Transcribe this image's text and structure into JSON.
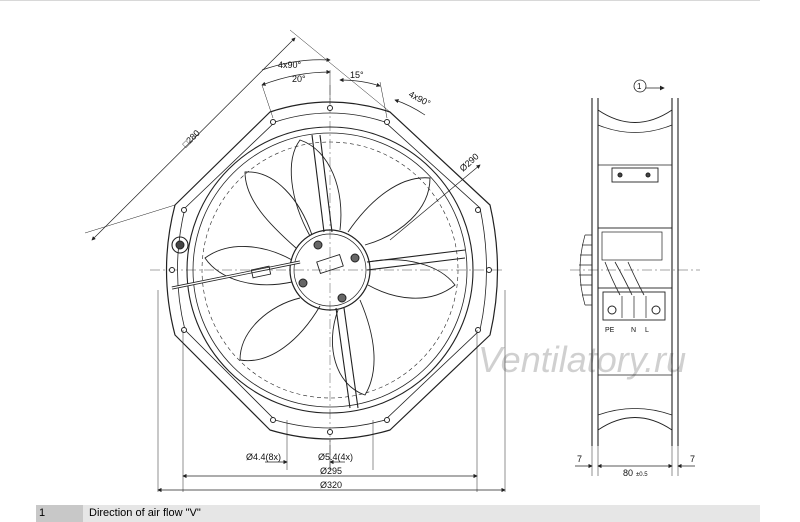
{
  "drawing": {
    "dimensions": {
      "square": "□280",
      "pattern_top_left": "4x90°",
      "angle_20": "20°",
      "angle_15": "15°",
      "pattern_top_right": "4x90°",
      "diameter_290": "Ø290",
      "hole_small": "Ø4.4(8x)",
      "hole_large": "Ø5.4(4x)",
      "diameter_295": "Ø295",
      "diameter_320": "Ø320",
      "side_left_7": "7",
      "side_width": "80",
      "side_tol": "±0.5",
      "side_right_7": "7"
    },
    "callout": "1",
    "terminal_labels": [
      "PE",
      "N",
      "L"
    ],
    "watermark": "Ventilatory.ru"
  },
  "legend": {
    "number": "1",
    "text": "Direction of air flow \"V\""
  },
  "colors": {
    "line": "#222222",
    "center": "#8a8a8a",
    "legend_num_bg": "#c8c8c8",
    "legend_text_bg": "#e6e6e6",
    "watermark": "#cfcfcf"
  }
}
